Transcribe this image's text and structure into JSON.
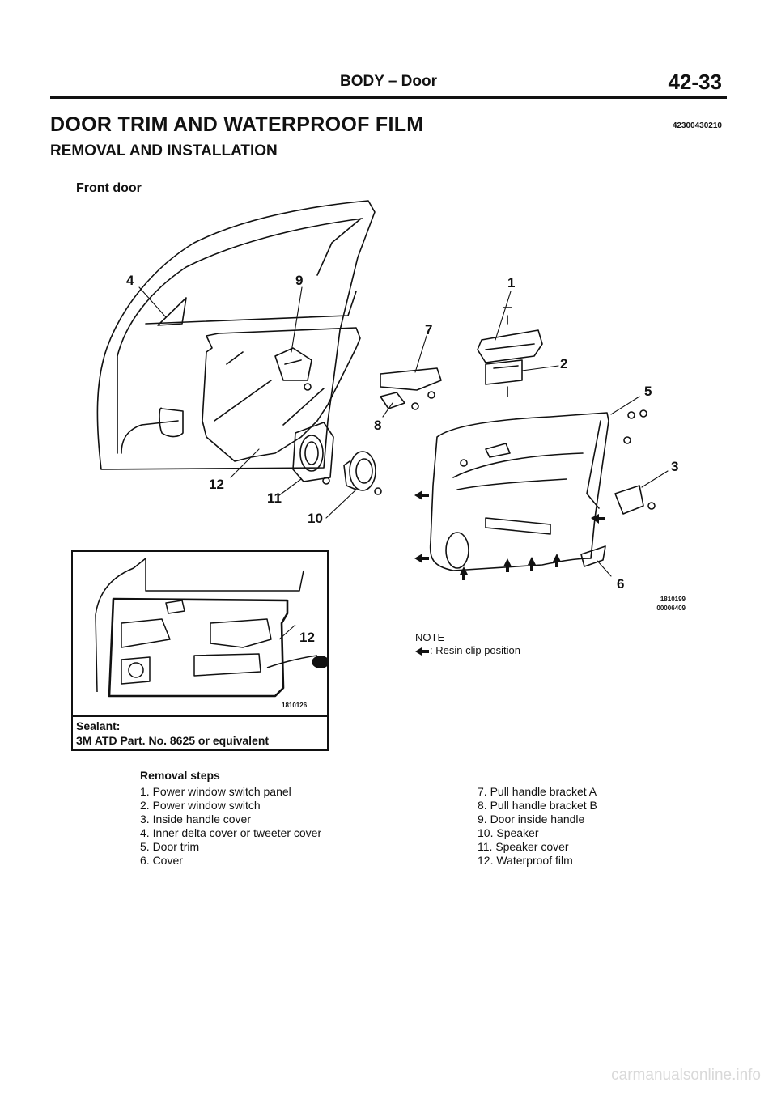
{
  "header": {
    "section": "BODY – Door",
    "page_number": "42-33"
  },
  "title": "DOOR TRIM AND WATERPROOF FILM",
  "doc_code": "42300430210",
  "subtitle": "REMOVAL AND INSTALLATION",
  "view_label": "Front door",
  "callouts": {
    "c1": "1",
    "c2": "2",
    "c3": "3",
    "c4": "4",
    "c5": "5",
    "c6": "6",
    "c7": "7",
    "c8": "8",
    "c9": "9",
    "c10": "10",
    "c11": "11",
    "c12": "12",
    "inset_12": "12"
  },
  "figure_codes": {
    "main_1": "1810199",
    "main_2": "00006409",
    "inset": "1810126"
  },
  "note": {
    "label": "NOTE",
    "text": ": Resin clip position"
  },
  "sealant": {
    "label": "Sealant:",
    "spec": "3M ATD Part. No. 8625 or equivalent"
  },
  "removal_steps": {
    "heading": "Removal steps",
    "left": [
      "1. Power window switch panel",
      "2. Power window switch",
      "3. Inside handle cover",
      "4. Inner delta cover or tweeter cover",
      "5. Door trim",
      "6. Cover"
    ],
    "right": [
      "7. Pull handle bracket A",
      "8. Pull handle bracket B",
      "9. Door inside handle",
      "10. Speaker",
      "11. Speaker cover",
      "12. Waterproof film"
    ]
  },
  "watermark": "carmanualsonline.info"
}
